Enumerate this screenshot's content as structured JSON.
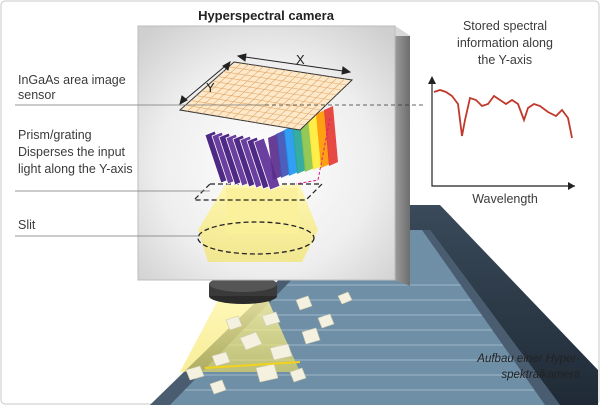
{
  "title": "Hyperspectral camera",
  "labels": {
    "sensor": [
      "InGaAs area image",
      "sensor"
    ],
    "prism": [
      "Prism/grating",
      "Disperses the input",
      "light along the Y-axis"
    ],
    "slit": "Slit",
    "axis_x": "X",
    "axis_y": "Y"
  },
  "spectrum": {
    "title": [
      "Stored spectral",
      "information along",
      "the Y-axis"
    ],
    "xlabel": "Wavelength",
    "line_color": "#c0392b"
  },
  "caption": [
    "Aufbau einer Hyper-",
    "spektralkamera"
  ],
  "colors": {
    "frame_border": "#bdbdbd",
    "beam": "#f5e66a",
    "conveyor": "#3d4a5c",
    "belt": "#8fb0c4",
    "spectrum_bands": [
      "#5b2c8a",
      "#3f51b5",
      "#2196f3",
      "#26a69a",
      "#8bc34a",
      "#ffeb3b",
      "#ff9800",
      "#e53935"
    ]
  }
}
